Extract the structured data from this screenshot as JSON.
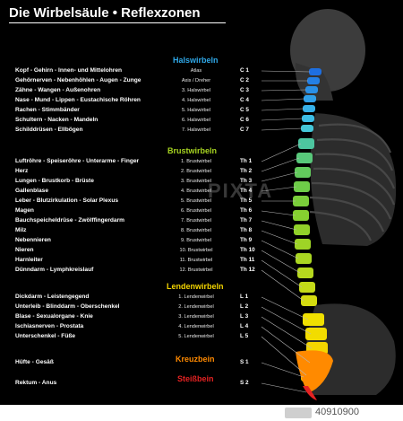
{
  "title": "Die Wirbelsäule • Reflexzonen",
  "sections": {
    "hals": {
      "label": "Halswirbeln",
      "color": "#2fa8e8"
    },
    "brust": {
      "label": "Brustwirbeln",
      "color": "#a6d321"
    },
    "lenden": {
      "label": "Lendenwirbeln",
      "color": "#f2d400"
    },
    "kreuz": {
      "label": "Kreuzbein",
      "color": "#ff8a00"
    },
    "steiss": {
      "label": "Steißbein",
      "color": "#e52222"
    }
  },
  "rows": [
    {
      "zone": "Kopf - Gehirn - Innen- und Mittelohren",
      "vertebra": "Atlas",
      "code": "C 1",
      "color": "#1e6fe0"
    },
    {
      "zone": "Gehörnerven - Nebenhöhlen - Augen - Zunge",
      "vertebra": "Axis / Dreher",
      "code": "C 2",
      "color": "#2480e4"
    },
    {
      "zone": "Zähne - Wangen - Außenohren",
      "vertebra": "3. Halswirbel",
      "code": "C 3",
      "color": "#2a90e6"
    },
    {
      "zone": "Nase - Mund - Lippen - Eustachische Röhren",
      "vertebra": "4. Halswirbel",
      "code": "C 4",
      "color": "#30a0e8"
    },
    {
      "zone": "Rachen - Stimmbänder",
      "vertebra": "5. Halswirbel",
      "code": "C 5",
      "color": "#36b0e8"
    },
    {
      "zone": "Schultern - Nacken - Mandeln",
      "vertebra": "6. Halswirbel",
      "code": "C 6",
      "color": "#3cbde6"
    },
    {
      "zone": "Schilddrüsen - Ellbögen",
      "vertebra": "7. Halswirbel",
      "code": "C 7",
      "color": "#44c6d8"
    },
    {
      "zone": "Luftröhre - Speiseröhre - Unterarme - Finger",
      "vertebra": "1. Brustwirbel",
      "code": "Th 1",
      "color": "#4dc6a0"
    },
    {
      "zone": "Herz",
      "vertebra": "2. Brustwirbel",
      "code": "Th 2",
      "color": "#58c87a"
    },
    {
      "zone": "Lungen - Brustkorb - Brüste",
      "vertebra": "3. Brustwirbel",
      "code": "Th 3",
      "color": "#62ca5c"
    },
    {
      "zone": "Gallenblase",
      "vertebra": "4. Brustwirbel",
      "code": "Th 4",
      "color": "#6ecc48"
    },
    {
      "zone": "Leber - Blutzirkulation - Solar Plexus",
      "vertebra": "5. Brustwirbel",
      "code": "Th 5",
      "color": "#7ace3a"
    },
    {
      "zone": "Magen",
      "vertebra": "6. Brustwirbel",
      "code": "Th 6",
      "color": "#86d030"
    },
    {
      "zone": "Bauchspeicheldrüse - Zwölffingerdarm",
      "vertebra": "7. Brustwirbel",
      "code": "Th 7",
      "color": "#92d22a"
    },
    {
      "zone": "Milz",
      "vertebra": "8. Brustwirbel",
      "code": "Th 8",
      "color": "#9ed426"
    },
    {
      "zone": "Nebennieren",
      "vertebra": "9. Brustwirbel",
      "code": "Th 9",
      "color": "#aad622"
    },
    {
      "zone": "Nieren",
      "vertebra": "10. Brustwirbel",
      "code": "Th 10",
      "color": "#b6d81e"
    },
    {
      "zone": "Harnleiter",
      "vertebra": "11. Brustwirbel",
      "code": "Th 11",
      "color": "#c4da18"
    },
    {
      "zone": "Dünndarm - Lymphkreislauf",
      "vertebra": "12. Brustwirbel",
      "code": "Th 12",
      "color": "#d4dc10"
    },
    {
      "zone": "Dickdarm - Leistengegend",
      "vertebra": "1. Lendenwirbel",
      "code": "L 1",
      "color": "#f0e000"
    },
    {
      "zone": "Unterleib - Blinddarm - Oberschenkel",
      "vertebra": "2. Lendenwirbel",
      "code": "L 2",
      "color": "#f2dc00"
    },
    {
      "zone": "Blase - Sexualorgane - Knie",
      "vertebra": "3. Lendenwirbel",
      "code": "L 3",
      "color": "#f4d600"
    },
    {
      "zone": "Ischiasnerven - Prostata",
      "vertebra": "4. Lendenwirbel",
      "code": "L 4",
      "color": "#f6cf00"
    },
    {
      "zone": "Unterschenkel - Füße",
      "vertebra": "5. Lendenwirbel",
      "code": "L 5",
      "color": "#f8c600"
    },
    {
      "zone": "Hüfte - Gesäß",
      "vertebra": "",
      "code": "S 1",
      "color": "#ff8a00"
    },
    {
      "zone": "Rektum - Anus",
      "vertebra": "",
      "code": "S 2",
      "color": "#e52222"
    }
  ],
  "watermark": "PIXTA",
  "footer": {
    "stock_id": "40910900"
  }
}
